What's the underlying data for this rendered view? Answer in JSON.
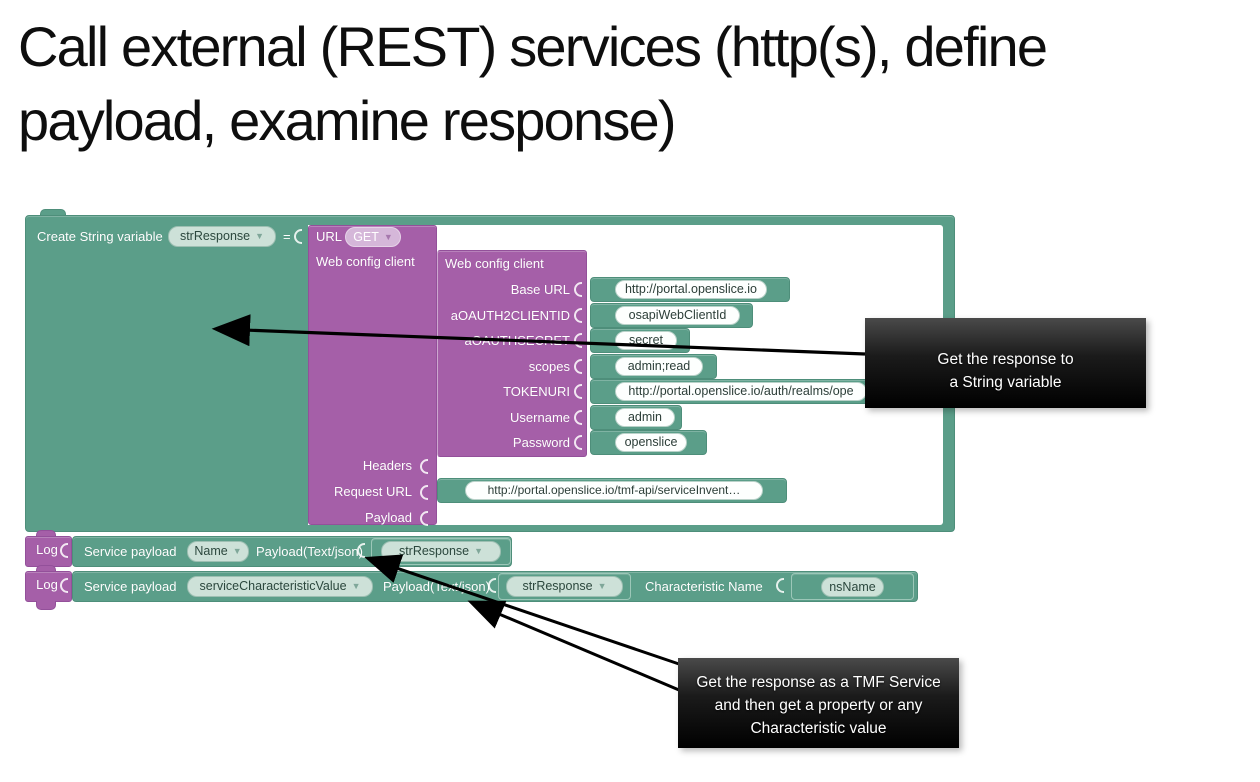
{
  "title": {
    "line1": "Call external (REST) services (http(s), define",
    "line2": "payload, examine response)"
  },
  "colors": {
    "block_teal": "#5b9e89",
    "block_purple": "#a55fa8",
    "callout_black": "#000000",
    "field_text": "#2c3e38"
  },
  "create_block": {
    "label": "Create String variable",
    "variable": "strResponse",
    "operator": "="
  },
  "url_block": {
    "title": "URL",
    "method": "GET",
    "client_input_label": "Web config client",
    "headers_label": "Headers",
    "request_url_label": "Request URL",
    "payload_label": "Payload",
    "request_url_value": "http://portal.openslice.io/tmf-api/serviceInvent…"
  },
  "web_config_block": {
    "title": "Web config client",
    "fields": [
      {
        "label": "Base URL",
        "value": "http://portal.openslice.io"
      },
      {
        "label": "aOAUTH2CLIENTID",
        "value": "osapiWebClientId"
      },
      {
        "label": "aOAUTHSECRET",
        "value": "secret"
      },
      {
        "label": "scopes",
        "value": "admin;read"
      },
      {
        "label": "TOKENURI",
        "value": "http://portal.openslice.io/auth/realms/ope"
      },
      {
        "label": "Username",
        "value": "admin"
      },
      {
        "label": "Password",
        "value": "openslice"
      }
    ]
  },
  "log_block_1": {
    "log_label": "Log",
    "service_payload_label": "Service payload",
    "payload_type": "Name",
    "payload_text_label": "Payload(Text/json)",
    "payload_variable": "strResponse"
  },
  "log_block_2": {
    "log_label": "Log",
    "service_payload_label": "Service payload",
    "payload_type": "serviceCharacteristicValue",
    "payload_text_label": "Payload(Text/json)",
    "payload_variable": "strResponse",
    "characteristic_name_label": "Characteristic Name",
    "characteristic_value": "nsName"
  },
  "callouts": {
    "string_variable": {
      "line1": "Get the response to",
      "line2": "a String variable"
    },
    "tmf_service": {
      "line1": "Get the response as a TMF Service",
      "line2": "and then get a property or any",
      "line3": "Characteristic value"
    }
  }
}
